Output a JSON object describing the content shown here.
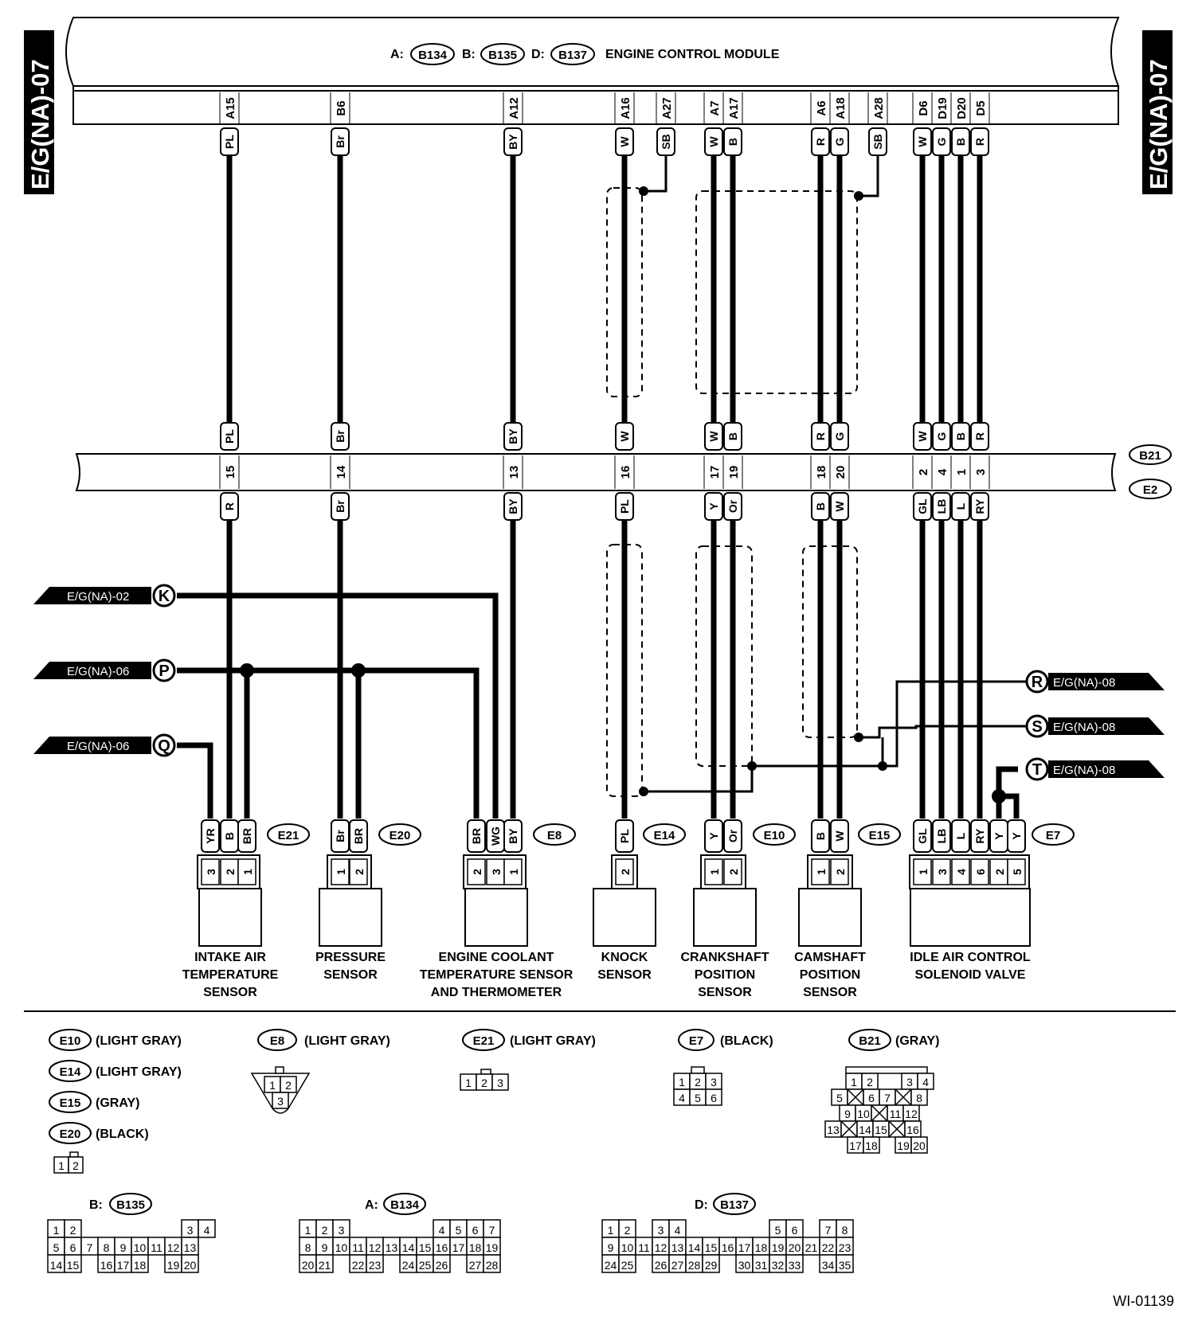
{
  "page_tag": "E/G(NA)-07",
  "ecm": {
    "prefix_a": "A:",
    "conn_a": "B134",
    "prefix_b": "B:",
    "conn_b": "B135",
    "prefix_d": "D:",
    "conn_d": "B137",
    "title": "ENGINE CONTROL MODULE"
  },
  "ecm_pins": [
    "A15",
    "B6",
    "A12",
    "A16",
    "A27",
    "A7",
    "A17",
    "A6",
    "A18",
    "A28",
    "D6",
    "D19",
    "D20",
    "D5"
  ],
  "ecm_wires": [
    "PL",
    "Br",
    "BY",
    "W",
    "SB",
    "W",
    "B",
    "R",
    "G",
    "SB",
    "W",
    "G",
    "B",
    "R"
  ],
  "junction": {
    "upper_conn": "B21",
    "lower_conn": "E2",
    "upper_wires": [
      "PL",
      "Br",
      "BY",
      "W",
      "W",
      "B",
      "R",
      "G",
      "W",
      "G",
      "B",
      "R"
    ],
    "pins": [
      "15",
      "14",
      "13",
      "16",
      "17",
      "19",
      "18",
      "20",
      "2",
      "4",
      "1",
      "3"
    ],
    "lower_wires": [
      "R",
      "Br",
      "BY",
      "PL",
      "Y",
      "Or",
      "B",
      "W",
      "GL",
      "LB",
      "L",
      "RY"
    ]
  },
  "refs": {
    "left": [
      {
        "page": "E/G(NA)-02",
        "letter": "K"
      },
      {
        "page": "E/G(NA)-06",
        "letter": "P"
      },
      {
        "page": "E/G(NA)-06",
        "letter": "Q"
      }
    ],
    "right": [
      {
        "page": "E/G(NA)-08",
        "letter": "R"
      },
      {
        "page": "E/G(NA)-08",
        "letter": "S"
      },
      {
        "page": "E/G(NA)-08",
        "letter": "T"
      }
    ]
  },
  "components": [
    {
      "conn": "E21",
      "wires": [
        "YR",
        "B",
        "BR"
      ],
      "pins": [
        "3",
        "2",
        "1"
      ],
      "label": [
        "INTAKE AIR",
        "TEMPERATURE",
        "SENSOR"
      ]
    },
    {
      "conn": "E20",
      "wires": [
        "Br",
        "BR"
      ],
      "pins": [
        "1",
        "2"
      ],
      "label": [
        "PRESSURE",
        "SENSOR"
      ]
    },
    {
      "conn": "E8",
      "wires": [
        "BR",
        "WG",
        "BY"
      ],
      "pins": [
        "2",
        "3",
        "1"
      ],
      "label": [
        "ENGINE COOLANT",
        "TEMPERATURE SENSOR",
        "AND THERMOMETER"
      ]
    },
    {
      "conn": "E14",
      "wires": [
        "PL"
      ],
      "pins": [
        "2"
      ],
      "label": [
        "KNOCK",
        "SENSOR"
      ]
    },
    {
      "conn": "E10",
      "wires": [
        "Y",
        "Or"
      ],
      "pins": [
        "1",
        "2"
      ],
      "label": [
        "CRANKSHAFT",
        "POSITION",
        "SENSOR"
      ]
    },
    {
      "conn": "E15",
      "wires": [
        "B",
        "W"
      ],
      "pins": [
        "1",
        "2"
      ],
      "label": [
        "CAMSHAFT",
        "POSITION",
        "SENSOR"
      ]
    },
    {
      "conn": "E7",
      "wires": [
        "GL",
        "LB",
        "L",
        "RY",
        "Y",
        "Y"
      ],
      "pins": [
        "1",
        "3",
        "4",
        "6",
        "2",
        "5"
      ],
      "label": [
        "IDLE AIR CONTROL",
        "SOLENOID VALVE"
      ]
    }
  ],
  "legend": {
    "e10": "E10",
    "e10_color": "(LIGHT GRAY)",
    "e14": "E14",
    "e14_color": "(LIGHT GRAY)",
    "e15": "E15",
    "e15_color": "(GRAY)",
    "e20": "E20",
    "e20_color": "(BLACK)",
    "e8": "E8",
    "e8_color": "(LIGHT GRAY)",
    "e21": "E21",
    "e21_color": "(LIGHT GRAY)",
    "e7": "E7",
    "e7_color": "(BLACK)",
    "b21": "B21",
    "b21_color": "(GRAY)",
    "b135_prefix": "B:",
    "b135": "B135",
    "b134_prefix": "A:",
    "b134": "B134",
    "b137_prefix": "D:",
    "b137": "B137"
  },
  "footer_code": "WI-01139"
}
